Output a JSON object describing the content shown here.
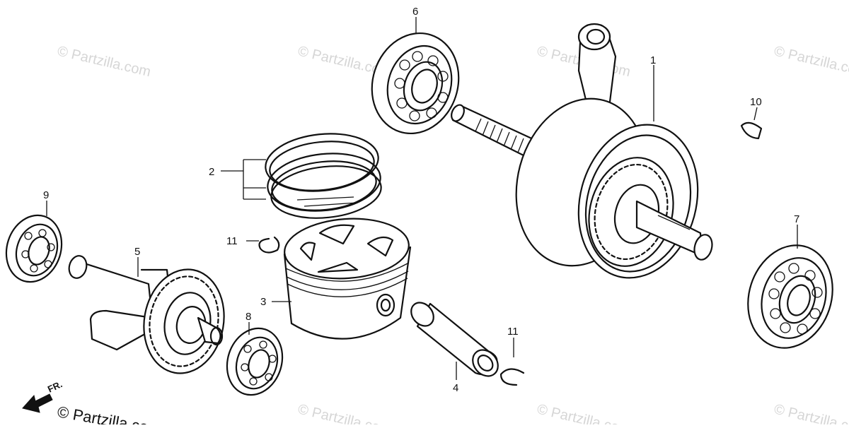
{
  "watermark_text": "© Partzilla.com",
  "credit_text": "© Partzilla.com",
  "direction_label": "FR.",
  "callouts": {
    "c1": "1",
    "c2": "2",
    "c3": "3",
    "c4": "4",
    "c5": "5",
    "c6": "6",
    "c7": "7",
    "c8": "8",
    "c9": "9",
    "c10": "10",
    "c11a": "11",
    "c11b": "11"
  }
}
